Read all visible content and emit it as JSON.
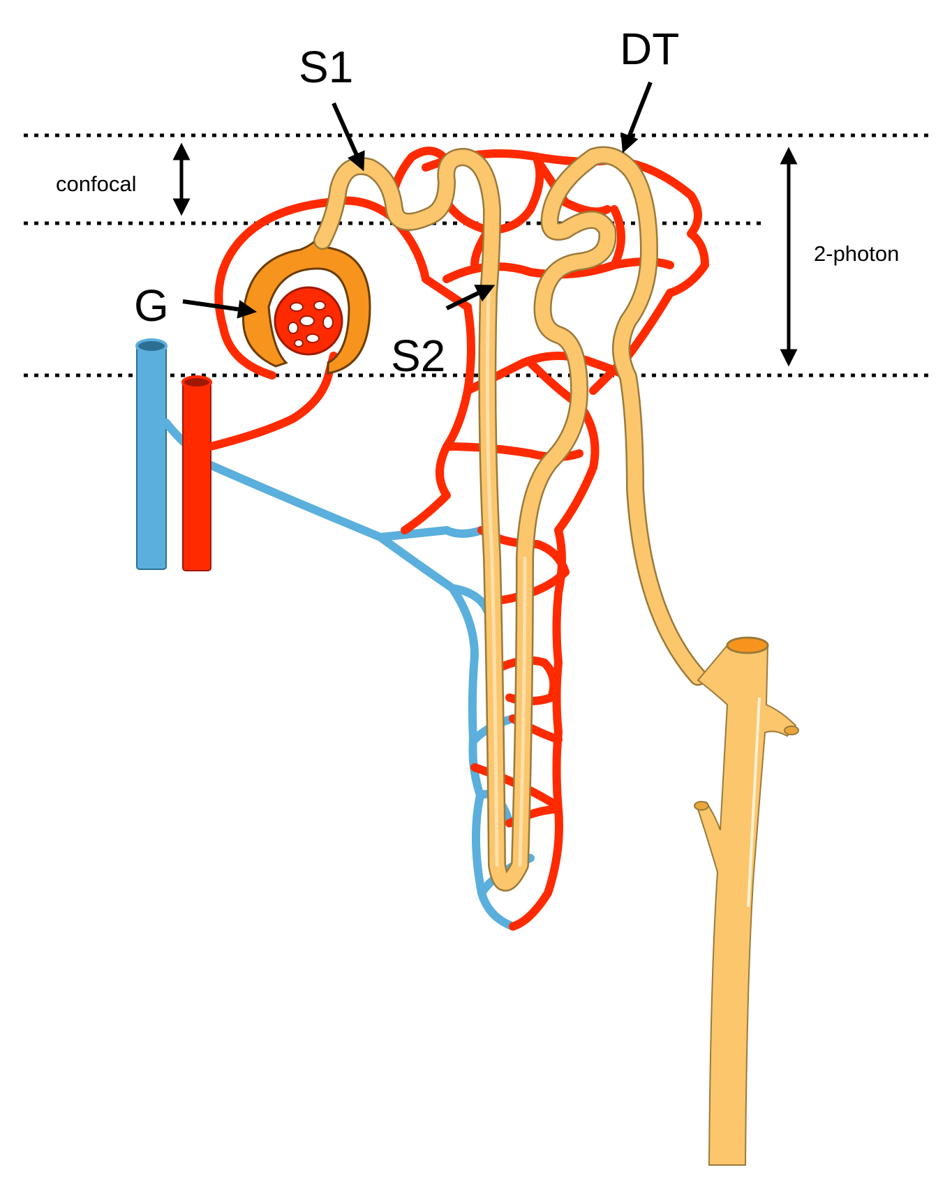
{
  "labels": {
    "s1": "S1",
    "dt": "DT",
    "g": "G",
    "s2": "S2",
    "confocal": "confocal",
    "two_photon": "2-photon"
  },
  "colors": {
    "artery": "#ff2a00",
    "vein": "#5aafdc",
    "tubule": "#fcc66d",
    "capsule": "#f7941d"
  }
}
